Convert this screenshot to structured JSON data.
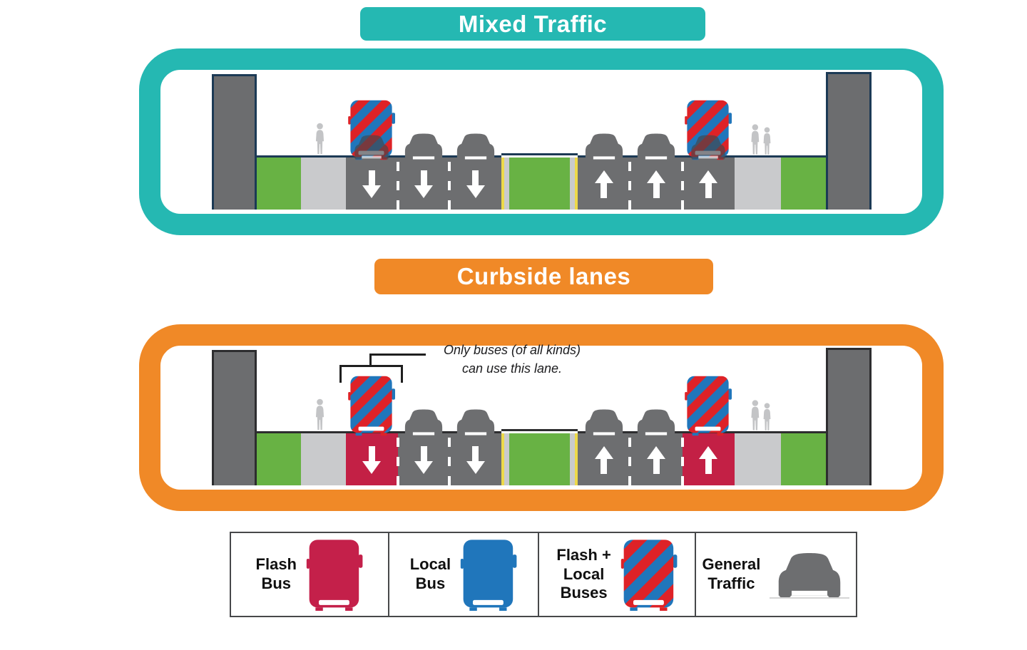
{
  "sections": [
    {
      "id": "mixed-traffic",
      "title": "Mixed Traffic",
      "accent_color": "#25b8b2",
      "outline_color": "#1c3a55",
      "lanes": {
        "left": [
          {
            "surface": "general",
            "arrow": "down",
            "vehicle": "flash-local-bus-with-car"
          },
          {
            "surface": "general",
            "arrow": "down",
            "vehicle": "general-car"
          },
          {
            "surface": "general",
            "arrow": "down",
            "vehicle": "general-car"
          }
        ],
        "right": [
          {
            "surface": "general",
            "arrow": "up",
            "vehicle": "general-car"
          },
          {
            "surface": "general",
            "arrow": "up",
            "vehicle": "general-car"
          },
          {
            "surface": "general",
            "arrow": "up",
            "vehicle": "flash-local-bus-with-car"
          }
        ]
      },
      "annotation": null
    },
    {
      "id": "curbside-lanes",
      "title": "Curbside lanes",
      "accent_color": "#f08927",
      "outline_color": "#2d2d2f",
      "lanes": {
        "left": [
          {
            "surface": "bus-only",
            "arrow": "down",
            "vehicle": "flash-local-bus"
          },
          {
            "surface": "general",
            "arrow": "down",
            "vehicle": "general-car"
          },
          {
            "surface": "general",
            "arrow": "down",
            "vehicle": "general-car"
          }
        ],
        "right": [
          {
            "surface": "general",
            "arrow": "up",
            "vehicle": "general-car"
          },
          {
            "surface": "general",
            "arrow": "up",
            "vehicle": "general-car"
          },
          {
            "surface": "bus-only",
            "arrow": "up",
            "vehicle": "flash-local-bus"
          }
        ]
      },
      "annotation": {
        "line1": "Only buses (of all kinds)",
        "line2": "can use this lane."
      }
    }
  ],
  "legend": {
    "cells": [
      {
        "label_lines": [
          "Flash",
          "Bus"
        ],
        "icon": "flash-bus-icon"
      },
      {
        "label_lines": [
          "Local",
          "Bus"
        ],
        "icon": "local-bus-icon"
      },
      {
        "label_lines": [
          "Flash +",
          "Local",
          "Buses"
        ],
        "icon": "flash-local-bus-icon"
      },
      {
        "label_lines": [
          "General",
          "Traffic"
        ],
        "icon": "general-traffic-car-icon"
      }
    ]
  },
  "colors": {
    "teal_accent": "#25b8b2",
    "orange_accent": "#f08927",
    "road_gray": "#6d6e70",
    "building_gray": "#6c6d6f",
    "sidewalk_gray": "#c9cacc",
    "planting_green": "#68b244",
    "bus_lane_red": "#c32045",
    "flash_bus_red": "#c4204a",
    "local_bus_blue": "#2076bb",
    "stripe_red": "#de2227",
    "stripe_blue": "#2076bb",
    "car_gray": "#6d6e70",
    "ghost_car_gray": "#44464b",
    "lane_marking_white": "#ffffff",
    "center_line_yellow": "#edd94a",
    "pedestrian_gray": "#c3c4c6",
    "legend_border": "#47484a"
  }
}
